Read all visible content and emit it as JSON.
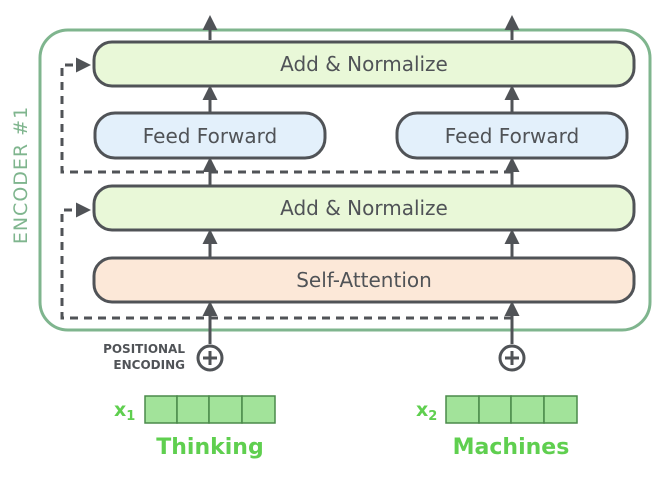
{
  "encoder": {
    "label": "ENCODER #1",
    "add_norm_top": "Add & Normalize",
    "feed_forward_left": "Feed Forward",
    "feed_forward_right": "Feed Forward",
    "add_norm_bottom": "Add & Normalize",
    "self_attention": "Self-Attention"
  },
  "positional": {
    "line1": "POSITIONAL",
    "line2": "ENCODING"
  },
  "inputs": [
    {
      "var": "x",
      "sub": "1",
      "word": "Thinking"
    },
    {
      "var": "x",
      "sub": "2",
      "word": "Machines"
    }
  ],
  "colors": {
    "encoder_border": "#7fb58e",
    "add_norm_fill": "#e9f8d8",
    "feed_forward_fill": "#e3f0fb",
    "self_attention_fill": "#fce8d8",
    "box_stroke": "#505357",
    "vector_fill": "#a2e39a",
    "vector_stroke": "#4a8a4a",
    "input_green": "#5fcf4f"
  }
}
